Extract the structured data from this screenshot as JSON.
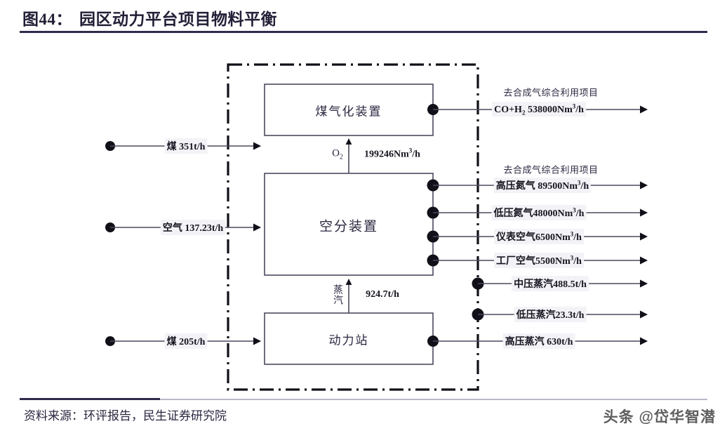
{
  "header": {
    "figure_number": "图44：",
    "title": "园区动力平台项目物料平衡",
    "accent_color": "#2e2c4a"
  },
  "footer": {
    "source": "资料来源：环评报告，民生证券研究院",
    "watermark": "头条 @岱华智潜"
  },
  "diagram": {
    "boundary_style": "dash-dot",
    "nodes": [
      {
        "id": "gasifier",
        "label": "煤气化装置"
      },
      {
        "id": "asu",
        "label": "空分装置"
      },
      {
        "id": "power",
        "label": "动力站"
      }
    ],
    "inputs": [
      {
        "id": "coal-gasifier",
        "label": "煤 351t/h"
      },
      {
        "id": "air-asu",
        "label": "空气 137.23t/h"
      },
      {
        "id": "coal-power",
        "label": "煤 205t/h"
      }
    ],
    "internal_flows": [
      {
        "id": "oxygen",
        "species": "O",
        "species_sub": "2",
        "label": "199246Nm³/h",
        "value": "199246",
        "unit": "Nm³/h"
      },
      {
        "id": "steam-internal",
        "species": "蒸汽",
        "label": "924.7t/h",
        "value": "924.7",
        "unit": "t/h"
      }
    ],
    "outputs": [
      {
        "id": "syngas",
        "destination": "去合成气综合利用项目",
        "label": "CO+H2 538000Nm3/h",
        "prefix": "CO+H",
        "sub": "2",
        "value": "538000Nm",
        "sup": "3",
        "suffix": "/h"
      },
      {
        "id": "hp-nitrogen",
        "destination": "去合成气综合利用项目",
        "label": "高压氮气 89500Nm3/h",
        "prefix": "高压氮气 89500Nm",
        "sup": "3",
        "suffix": "/h"
      },
      {
        "id": "lp-nitrogen",
        "destination": "",
        "label": "低压氮气48000Nm3/h",
        "prefix": "低压氮气48000Nm",
        "sup": "3",
        "suffix": "/h"
      },
      {
        "id": "instrument-air",
        "destination": "",
        "label": "仪表空气6500Nm3/h",
        "prefix": "仪表空气6500Nm",
        "sup": "3",
        "suffix": "/h"
      },
      {
        "id": "plant-air",
        "destination": "",
        "label": "工厂空气5500Nm3/h",
        "prefix": "工厂空气5500Nm",
        "sup": "3",
        "suffix": "/h"
      },
      {
        "id": "mp-steam",
        "destination": "",
        "label": "中压蒸汽488.5t/h",
        "prefix": "中压蒸汽488.5t/h",
        "sup": "",
        "suffix": ""
      },
      {
        "id": "lp-steam",
        "destination": "",
        "label": "低压蒸汽23.3t/h",
        "prefix": "低压蒸汽23.3t/h",
        "sup": "",
        "suffix": ""
      },
      {
        "id": "hp-steam",
        "destination": "",
        "label": "高压蒸汽 630t/h",
        "prefix": "高压蒸汽 630t/h",
        "sup": "",
        "suffix": ""
      }
    ]
  }
}
